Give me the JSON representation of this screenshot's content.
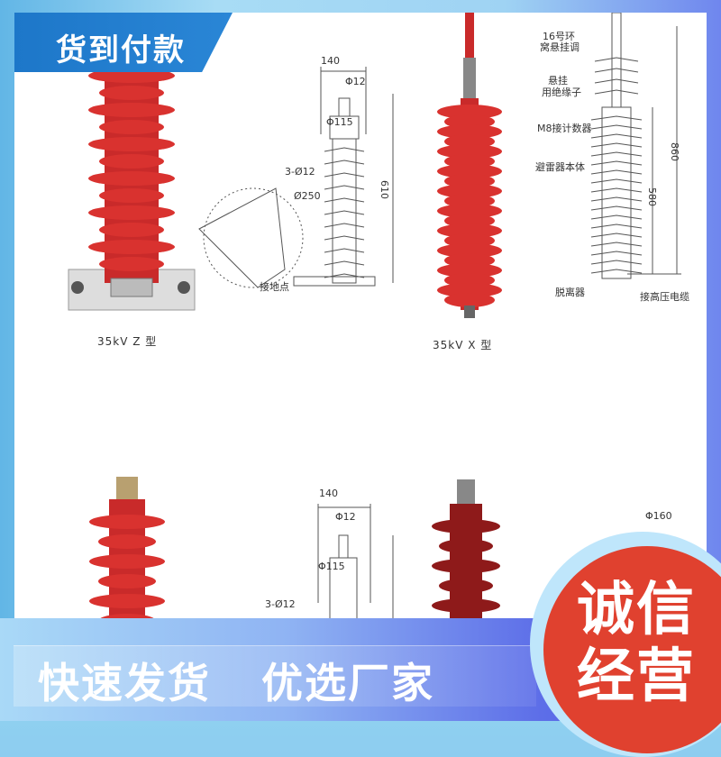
{
  "tab_label": "货到付款",
  "top_left": {
    "caption": "35kV  Z 型"
  },
  "drawing_z": {
    "width": "140",
    "phi12": "Φ12",
    "phi115": "Φ115",
    "holes": "3-Ø12",
    "dia250": "Ø250",
    "height": "610",
    "ground": "接地点"
  },
  "top_mid": {
    "caption": "35kV  X 型"
  },
  "drawing_x": {
    "l1a": "16号环",
    "l1b": "窝悬挂调",
    "l2a": "悬挂",
    "l2b": "用绝缘子",
    "l3": "M8接计数器",
    "l4": "避雷器本体",
    "l5": "脱离器",
    "l6": "接高压电缆",
    "h860": "860",
    "h580": "580"
  },
  "bottom_drawing": {
    "width": "140",
    "phi12": "Φ12",
    "phi115": "Φ115",
    "holes": "3-Ø12",
    "phi160": "Φ160"
  },
  "slogan": {
    "left": "快速发货",
    "right": "优选厂家"
  },
  "badge": {
    "line1": "诚信",
    "line2": "经营"
  },
  "colors": {
    "tab": "#1d77c9",
    "badge": "#e0412f",
    "arrester_red": "#d9322f",
    "arrester_dark": "#8e1a1a"
  }
}
